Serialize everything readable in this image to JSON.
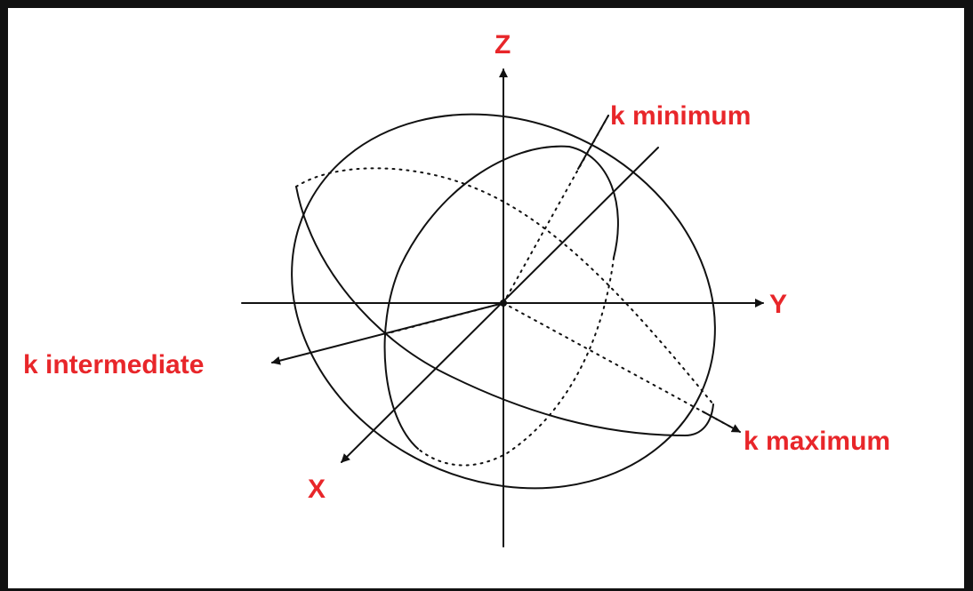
{
  "labels": {
    "z_axis": "Z",
    "y_axis": "Y",
    "x_axis": "X",
    "k_minimum": "k minimum",
    "k_intermediate": "k intermediate",
    "k_maximum": "k maximum"
  },
  "colors": {
    "label": "#e8262a",
    "line": "#111111",
    "border": "#111111",
    "background": "#ffffff"
  }
}
